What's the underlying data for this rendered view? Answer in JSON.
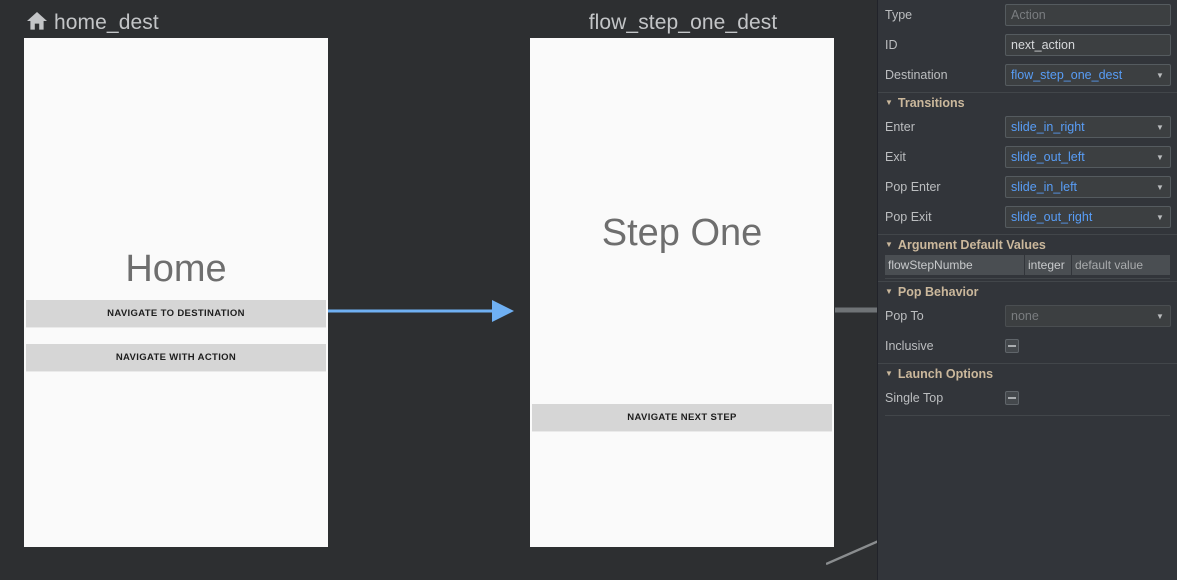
{
  "canvas": {
    "background": "#2d2f31",
    "destinations": [
      {
        "id": "home-dest",
        "label": "home_dest",
        "icon": "home-icon",
        "has_icon": true,
        "screen_title": "Home",
        "buttons": [
          {
            "label": "NAVIGATE TO DESTINATION"
          },
          {
            "label": "NAVIGATE WITH ACTION"
          }
        ]
      },
      {
        "id": "flow-step-one-dest",
        "label": "flow_step_one_dest",
        "icon": "",
        "has_icon": false,
        "screen_title": "Step One",
        "buttons": [
          {
            "label": "NAVIGATE NEXT STEP"
          }
        ]
      }
    ],
    "connections": [
      {
        "name": "home-to-step-one-arrow",
        "color": "#6fb0f3",
        "style": "solid-arrow"
      },
      {
        "name": "step-one-outgoing-stub",
        "color": "#6f7376",
        "style": "stub"
      },
      {
        "name": "offscreen-diagonal-edge",
        "color": "#8a8d8f",
        "style": "diagonal"
      }
    ]
  },
  "panel": {
    "type": {
      "label": "Type",
      "value": "",
      "placeholder": "Action"
    },
    "id": {
      "label": "ID",
      "value": "next_action"
    },
    "destination": {
      "label": "Destination",
      "value": "flow_step_one_dest",
      "caret": "chevron-down-icon"
    },
    "transitions": {
      "header": "Transitions",
      "triangle": "triangle-down-icon",
      "rows": [
        {
          "label": "Enter",
          "value": "slide_in_right"
        },
        {
          "label": "Exit",
          "value": "slide_out_left"
        },
        {
          "label": "Pop Enter",
          "value": "slide_in_left"
        },
        {
          "label": "Pop Exit",
          "value": "slide_out_right"
        }
      ]
    },
    "arguments": {
      "header": "Argument Default Values",
      "triangle": "triangle-down-icon",
      "rows": [
        {
          "name": "flowStepNumbe",
          "type": "integer",
          "value": "default value"
        }
      ]
    },
    "pop_behavior": {
      "header": "Pop Behavior",
      "triangle": "triangle-down-icon",
      "pop_to": {
        "label": "Pop To",
        "value": "none"
      },
      "inclusive": {
        "label": "Inclusive",
        "checked": false
      }
    },
    "launch_options": {
      "header": "Launch Options",
      "triangle": "triangle-down-icon",
      "single_top": {
        "label": "Single Top",
        "checked": false
      }
    }
  }
}
